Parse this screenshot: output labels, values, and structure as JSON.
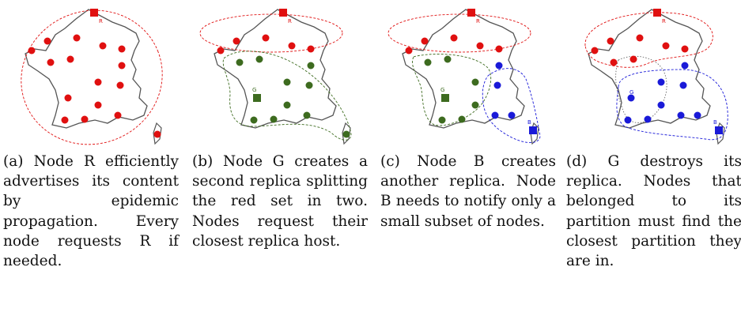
{
  "colors": {
    "red": "#e01010",
    "green": "#3d6b1f",
    "blue": "#1a1ad8",
    "map_outline": "#555555"
  },
  "node_labels": {
    "R": "R",
    "G": "G",
    "B": "B"
  },
  "panels": [
    {
      "label": "(a)",
      "caption": "Node R efficiently advertises its content by epidemic propagation. Every node requests R if needed."
    },
    {
      "label": "(b)",
      "caption": "Node G creates a second replica splitting the red set in two. Nodes request their closest replica host."
    },
    {
      "label": "(c)",
      "caption": "Node B creates another replica. Node B needs to notify only a small subset of nodes."
    },
    {
      "label": "(d)",
      "caption": "G destroys its replica. Nodes that belonged to its partition must find the closest partition they are in."
    }
  ]
}
